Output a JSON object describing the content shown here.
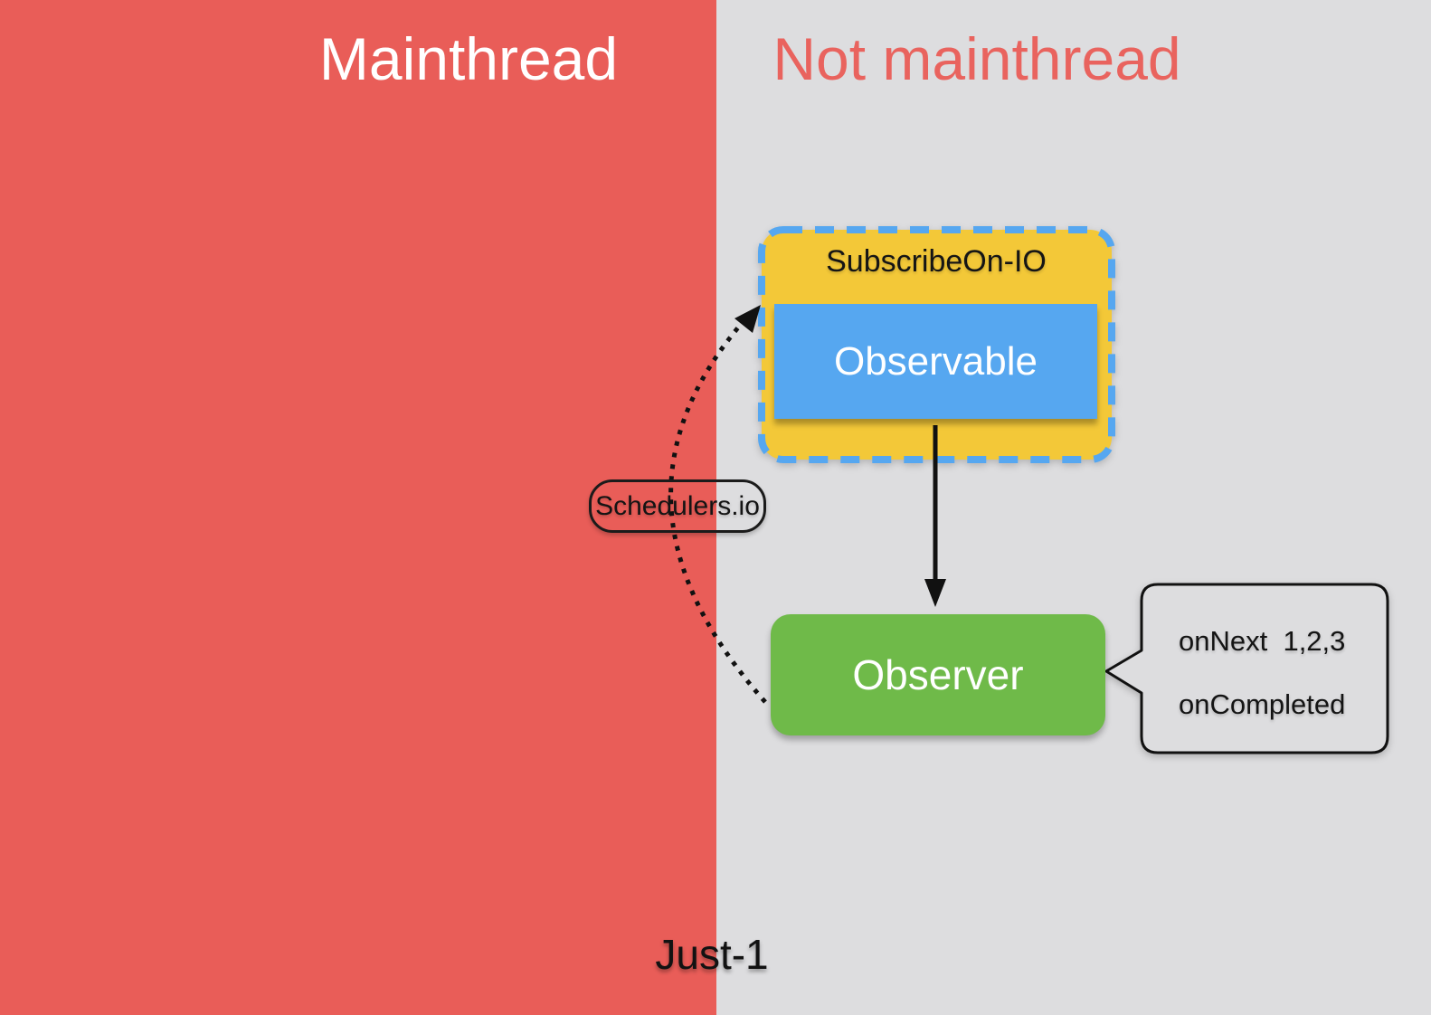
{
  "regions": {
    "left_label": "Mainthread",
    "right_label": "Not mainthread"
  },
  "nodes": {
    "subscribe_on": {
      "label": "SubscribeOn-IO"
    },
    "observable": {
      "label": "Observable"
    },
    "observer": {
      "label": "Observer"
    },
    "scheduler": {
      "label": "Schedulers.io"
    }
  },
  "callout": {
    "line1": "onNext  1,2,3",
    "line2": "onCompleted"
  },
  "footer": {
    "label": "Just-1"
  },
  "colors": {
    "mainthread_bg": "#E95D58",
    "not_mainthread_bg": "#DDDDDF",
    "header_left_text": "#FFFFFF",
    "header_right_text": "#E9635E",
    "subscribe_on_fill": "#F3C838",
    "dashed_border": "#56A7F0",
    "observable_fill": "#56A7F0",
    "observer_fill": "#6FBA49",
    "ink": "#111111"
  }
}
